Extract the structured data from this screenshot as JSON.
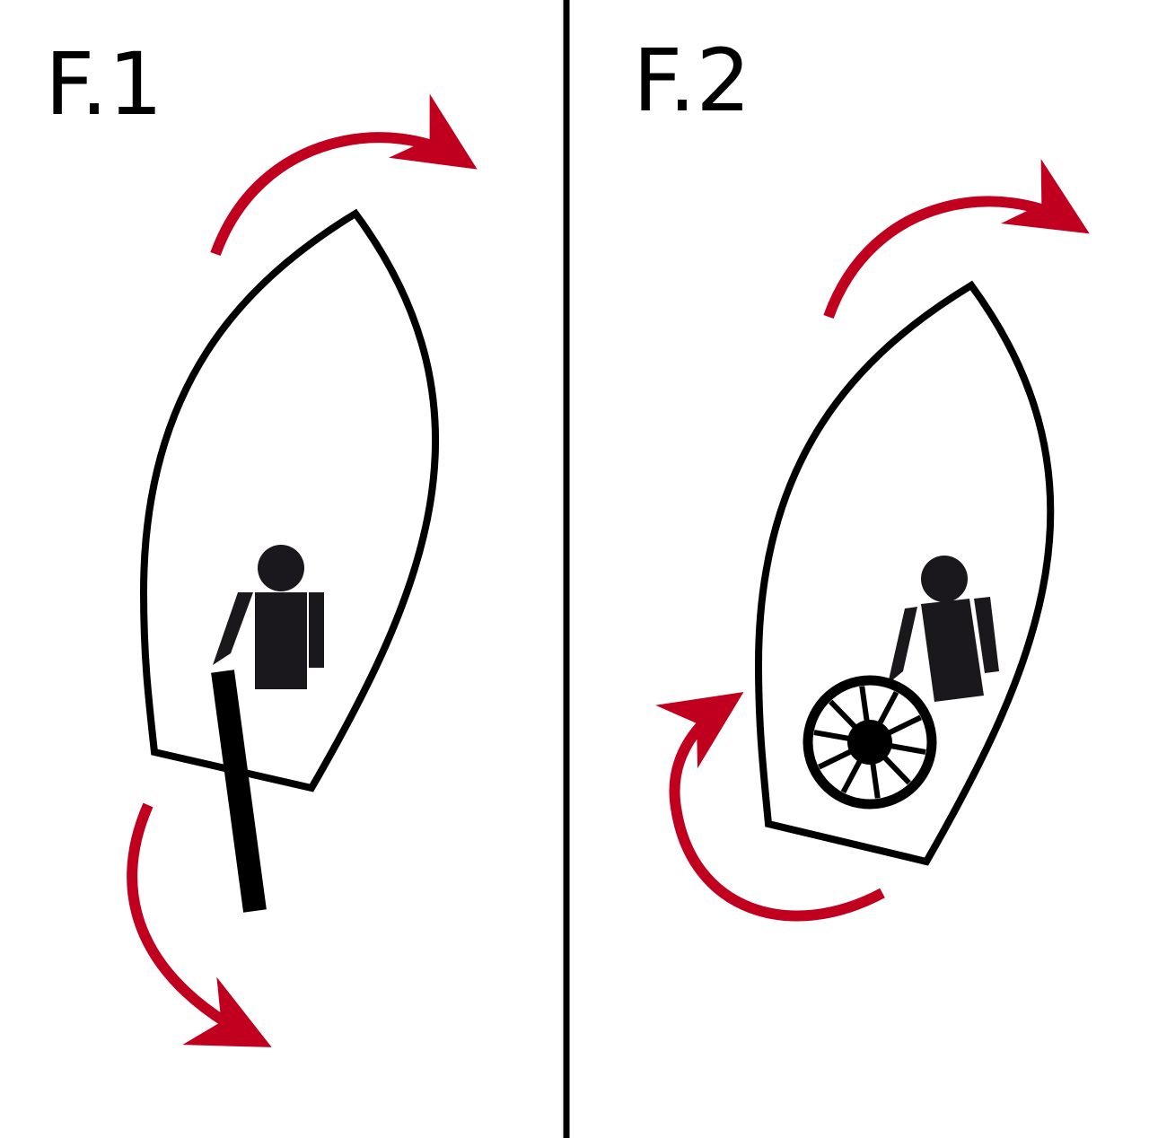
{
  "panels": [
    {
      "label": "F.1",
      "steering": "tiller"
    },
    {
      "label": "F.2",
      "steering": "wheel"
    }
  ],
  "colors": {
    "arrow": "#c0001e",
    "outline": "#000000",
    "figure": "#1a181c",
    "background": "#ffffff"
  },
  "icons": [
    "boat-hull-icon",
    "person-icon",
    "tiller-icon",
    "ship-wheel-icon",
    "curved-arrow-icon"
  ]
}
